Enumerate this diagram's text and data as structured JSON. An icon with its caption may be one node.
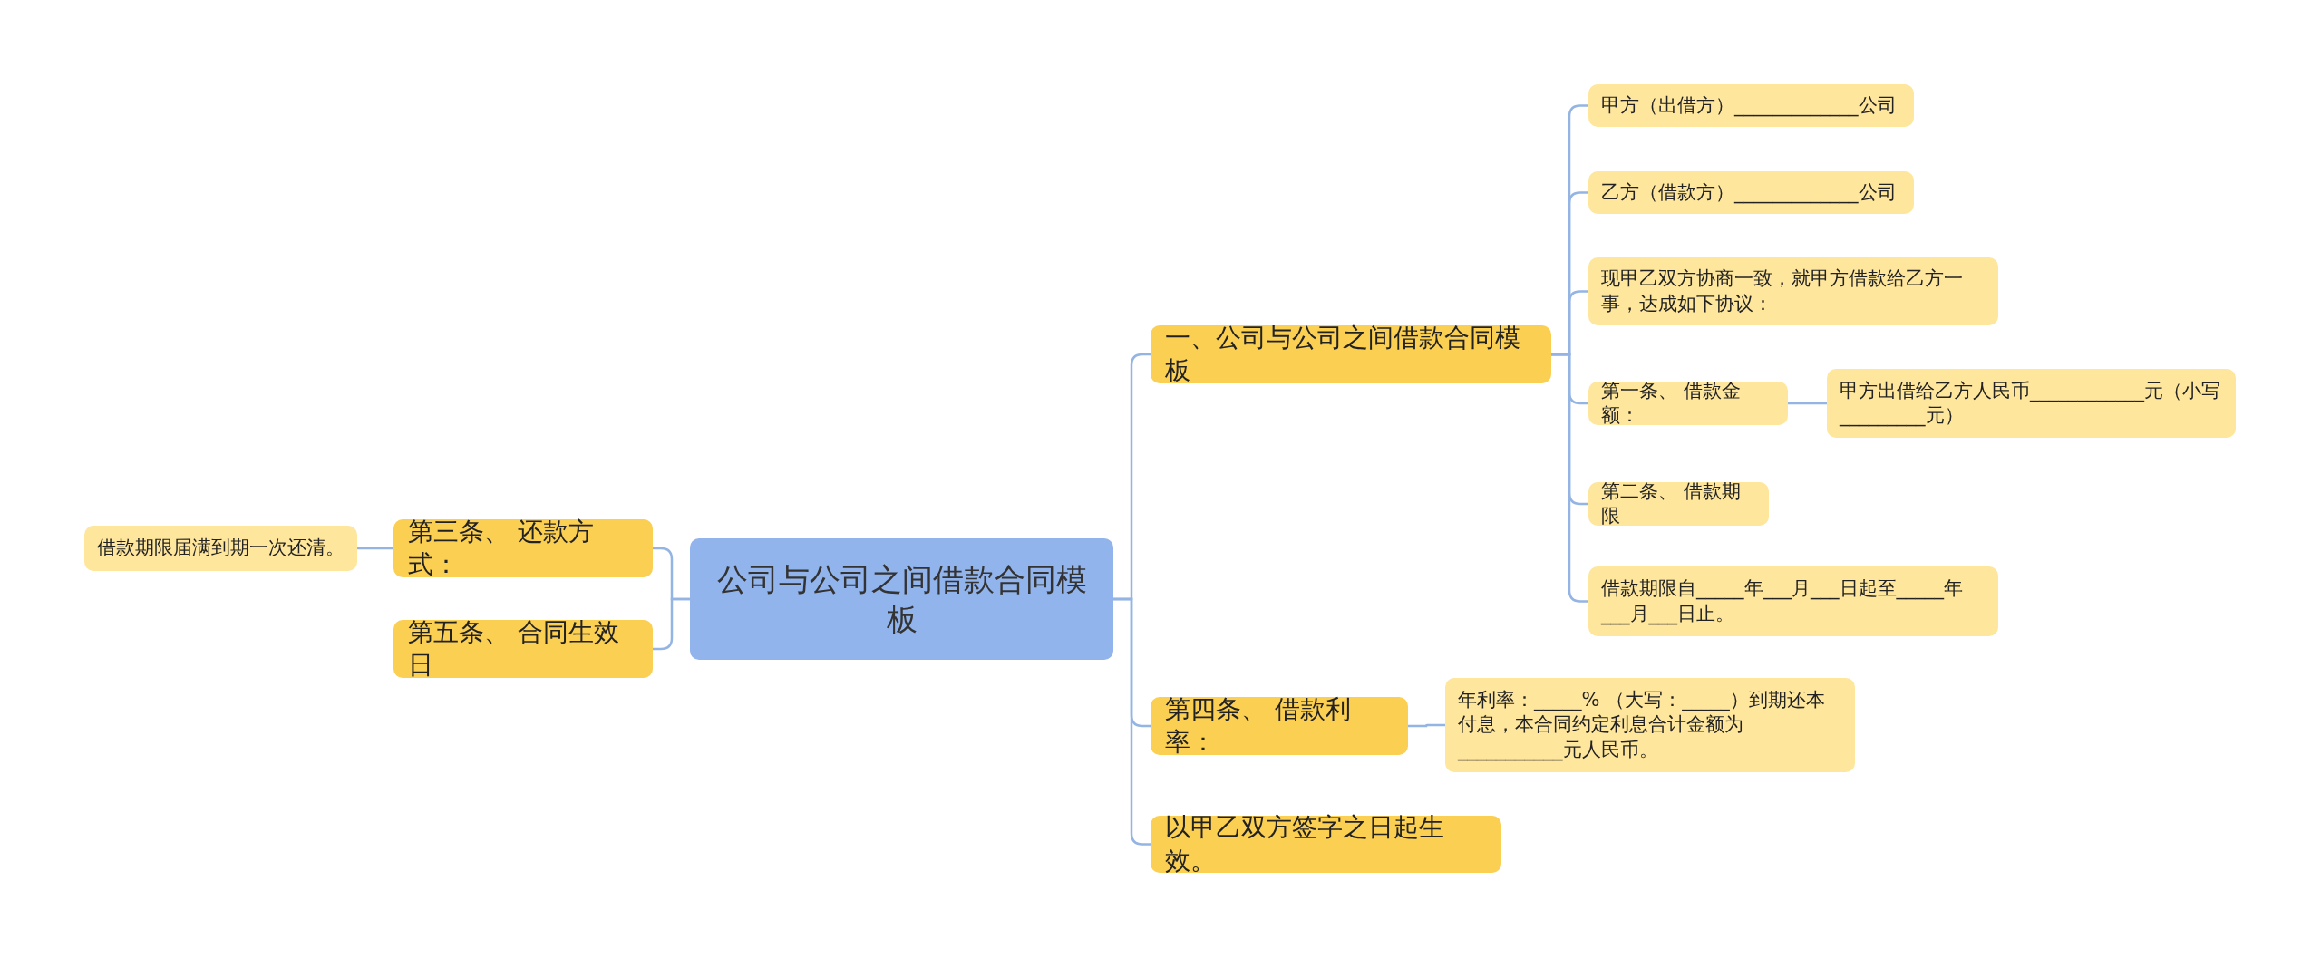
{
  "diagram": {
    "nodes": [
      {
        "text": [
          "公司与公司之间借款合同模板"
        ]
      },
      {
        "text": [
          "一、公司与公司之间借款合同模板"
        ]
      },
      {
        "text": [
          "甲方（出借方）_____________公司"
        ]
      },
      {
        "text": [
          "乙方（借款方）_____________公司"
        ]
      },
      {
        "text": [
          "现甲乙双方协商一致，就甲方借款给乙方一事，达成如下协议："
        ]
      },
      {
        "text": [
          "第一条、 借款金额："
        ]
      },
      {
        "text": [
          "甲方出借给乙方人民币____________元（小写_________元）"
        ]
      },
      {
        "text": [
          "第二条、 借款期限"
        ]
      },
      {
        "text": [
          "借款期限自_____年___月___日起至_____年___月___日止。"
        ]
      },
      {
        "text": [
          "第四条、 借款利率："
        ]
      },
      {
        "text": [
          "年利率：_____% （大写：_____）到期还本付息，本合同约定利息合计金额为___________元人民币。"
        ]
      },
      {
        "text": [
          "以甲乙双方签字之日起生效。"
        ]
      },
      {
        "text": [
          "第三条、 还款方式："
        ]
      },
      {
        "text": [
          "借款期限届满到期一次还清。"
        ]
      },
      {
        "text": [
          "第五条、 合同生效日"
        ]
      }
    ],
    "edges": [
      {
        "from": 0,
        "to": 1,
        "arrow": "none"
      },
      {
        "from": 1,
        "to": 2,
        "arrow": "none"
      },
      {
        "from": 1,
        "to": 3,
        "arrow": "none"
      },
      {
        "from": 1,
        "to": 4,
        "arrow": "none"
      },
      {
        "from": 1,
        "to": 5,
        "arrow": "none"
      },
      {
        "from": 5,
        "to": 6,
        "arrow": "none"
      },
      {
        "from": 1,
        "to": 7,
        "arrow": "none"
      },
      {
        "from": 1,
        "to": 8,
        "arrow": "none"
      },
      {
        "from": 0,
        "to": 9,
        "arrow": "none"
      },
      {
        "from": 9,
        "to": 10,
        "arrow": "none"
      },
      {
        "from": 0,
        "to": 11,
        "arrow": "none"
      },
      {
        "from": 0,
        "to": 12,
        "arrow": "none"
      },
      {
        "from": 12,
        "to": 13,
        "arrow": "none"
      },
      {
        "from": 0,
        "to": 14,
        "arrow": "none"
      }
    ]
  }
}
